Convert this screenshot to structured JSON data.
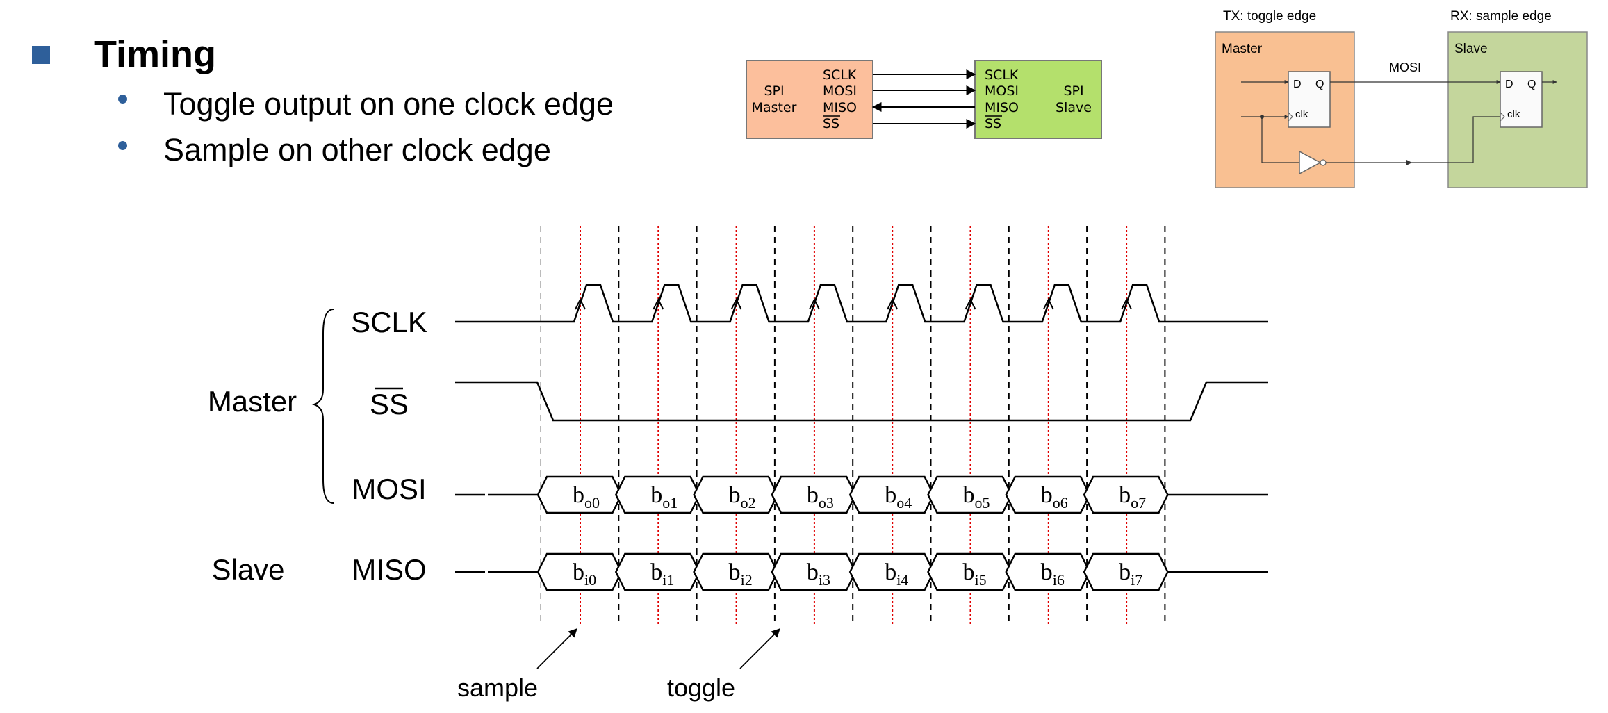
{
  "slide": {
    "title": "Timing",
    "bullets": [
      "Toggle output on one clock edge",
      "Sample on other clock edge"
    ]
  },
  "block_diagram": {
    "master_label": [
      "SPI",
      "Master"
    ],
    "slave_label": [
      "SPI",
      "Slave"
    ],
    "signals": [
      "SCLK",
      "MOSI",
      "MISO",
      "SS"
    ],
    "master_color": "#fcbf9c",
    "slave_color": "#b4e06c"
  },
  "ff_diagram": {
    "tx_caption": "TX: toggle edge",
    "rx_caption": "RX: sample edge",
    "master_label": "Master",
    "slave_label": "Slave",
    "wire_label": "MOSI",
    "d": "D",
    "q": "Q",
    "clk": "clk",
    "master_color": "#f9c092",
    "slave_color": "#c4d69c"
  },
  "timing": {
    "group_master": "Master",
    "group_slave": "Slave",
    "signal_names": [
      "SCLK",
      "SS",
      "MOSI",
      "MISO"
    ],
    "mosi_bits": [
      "0",
      "1",
      "2",
      "3",
      "4",
      "5",
      "6",
      "7"
    ],
    "mosi_prefix": "o",
    "miso_prefix": "i",
    "bit_letter": "b",
    "sample_label": "sample",
    "toggle_label": "toggle",
    "sample_line_color": "#e00000"
  }
}
